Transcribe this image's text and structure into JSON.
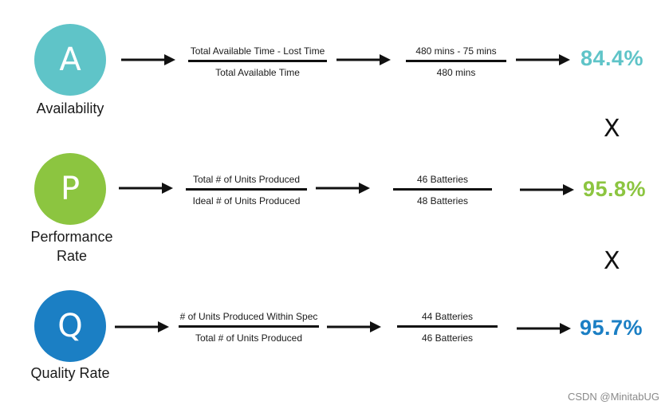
{
  "rows": [
    {
      "letter": "A",
      "name": "Availability",
      "color": "#5fc4c8",
      "formula_numerator": "Total Available Time - Lost Time",
      "formula_denominator": "Total Available Time",
      "values_numerator": "480 mins - 75 mins",
      "values_denominator": "480 mins",
      "result": "84.4%"
    },
    {
      "letter": "P",
      "name_line1": "Performance",
      "name_line2": "Rate",
      "color": "#8cc540",
      "formula_numerator": "Total # of Units Produced",
      "formula_denominator": "Ideal # of Units Produced",
      "values_numerator": "46 Batteries",
      "values_denominator": "48 Batteries",
      "result": "95.8%"
    },
    {
      "letter": "Q",
      "name": "Quality Rate",
      "color": "#1b7fc4",
      "formula_numerator": "# of Units Produced Within Spec",
      "formula_denominator": "Total # of Units Produced",
      "values_numerator": "44 Batteries",
      "values_denominator": "46 Batteries",
      "result": "95.7%"
    }
  ],
  "operators": [
    "X",
    "X"
  ],
  "watermark": "CSDN @MinitabUG"
}
